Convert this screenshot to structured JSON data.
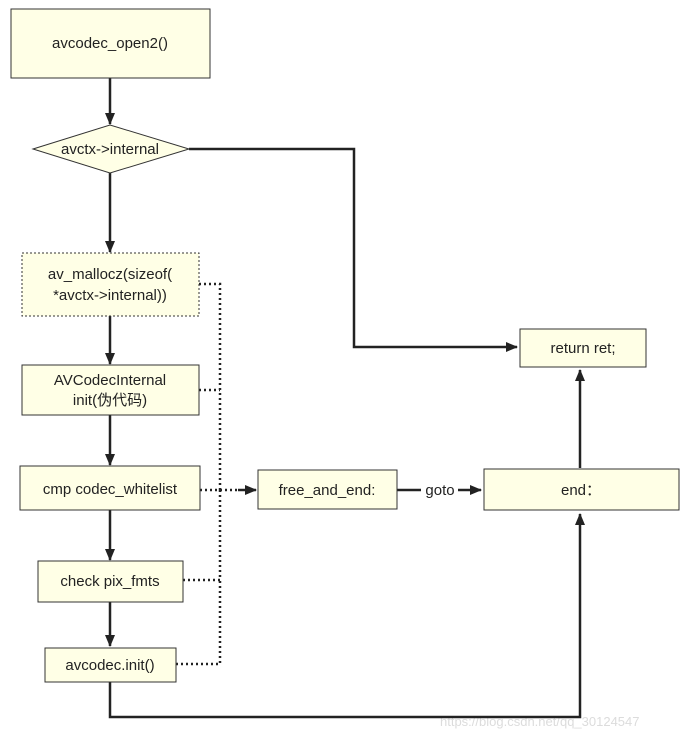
{
  "colors": {
    "node_fill": "#ffffe6",
    "node_border": "#333333",
    "edge": "#222222",
    "watermark": "#dcdcdc"
  },
  "nodes": {
    "open2": "avcodec_open2()",
    "internal_check": "avctx->internal",
    "malloc_line1": "av_mallocz(sizeof(",
    "malloc_line2": "*avctx->internal))",
    "internal_init_line1": "AVCodecInternal",
    "internal_init_line2": "init(伪代码)",
    "whitelist": "cmp codec_whitelist",
    "pix_fmts": "check pix_fmts",
    "codec_init": "avcodec.init()",
    "free_and_end": "free_and_end:",
    "end": "end：",
    "return_ret": "return ret;"
  },
  "edges": {
    "goto_label": "goto"
  },
  "watermark": "https://blog.csdn.net/qq_30124547"
}
